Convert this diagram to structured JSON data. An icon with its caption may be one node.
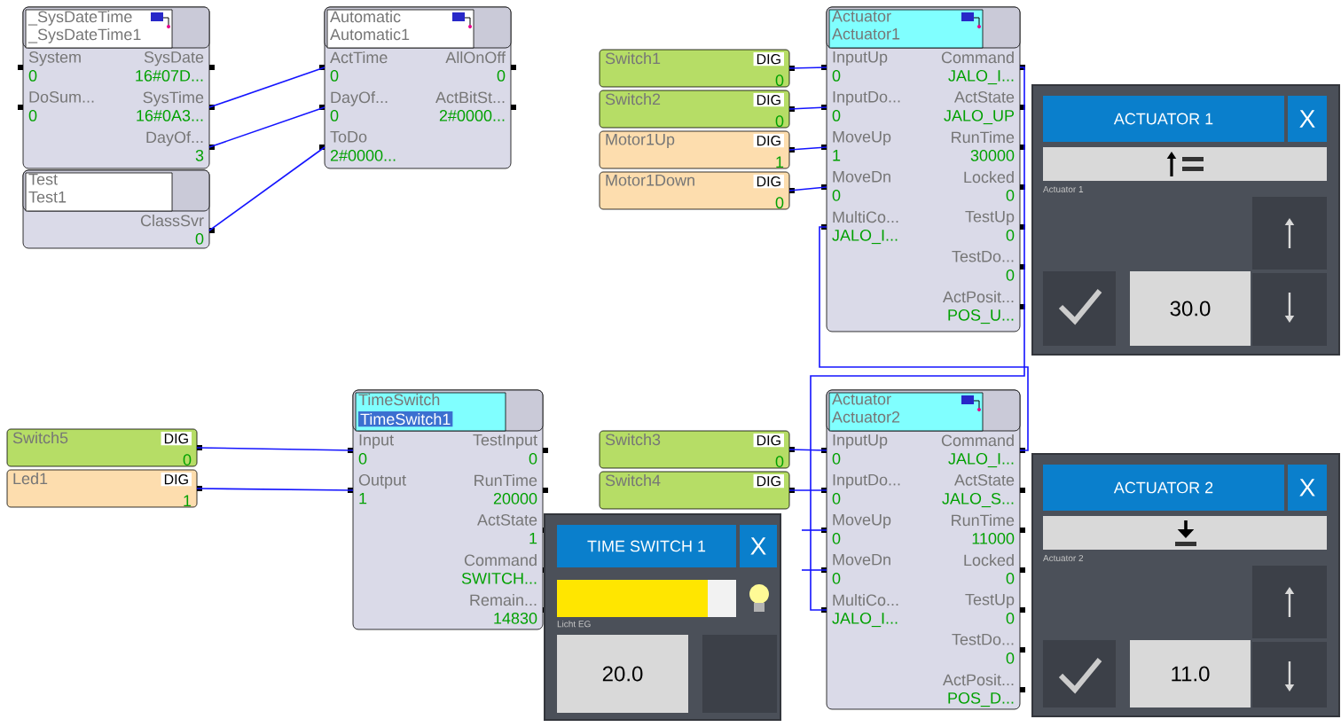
{
  "diagram": {
    "nodes": [
      {
        "text": [
          "_SysDateTime",
          "_SysDateTime1"
        ]
      },
      {
        "text": [
          "System",
          "0"
        ],
        "in": 0
      },
      {
        "text": [
          "SysDate",
          "16#07D..."
        ],
        "in": 0
      },
      {
        "text": [
          "DoSum...",
          "0"
        ],
        "in": 0
      },
      {
        "text": [
          "SysTime",
          "16#0A3..."
        ],
        "in": 0
      },
      {
        "text": [
          "DayOf...",
          "3"
        ],
        "in": 0
      },
      {
        "text": [
          "Test",
          "Test1"
        ]
      },
      {
        "text": [
          "ClassSvr",
          "0"
        ],
        "in": 6
      },
      {
        "text": [
          "Automatic",
          "Automatic1"
        ]
      },
      {
        "text": [
          "ActTime",
          "0"
        ],
        "in": 8
      },
      {
        "text": [
          "AllOnOff",
          "0"
        ],
        "in": 8
      },
      {
        "text": [
          "DayOf...",
          "0"
        ],
        "in": 8
      },
      {
        "text": [
          "ActBitSt...",
          "2#0000..."
        ],
        "in": 8
      },
      {
        "text": [
          "ToDo",
          "2#0000..."
        ],
        "in": 8
      },
      {
        "text": [
          "Switch1",
          "DIG",
          "0"
        ]
      },
      {
        "text": [
          "Switch2",
          "DIG",
          "0"
        ]
      },
      {
        "text": [
          "Motor1Up",
          "DIG",
          "1"
        ]
      },
      {
        "text": [
          "Motor1Down",
          "DIG",
          "0"
        ]
      },
      {
        "text": [
          "Actuator",
          "Actuator1"
        ]
      },
      {
        "text": [
          "InputUp",
          "0"
        ],
        "in": 18
      },
      {
        "text": [
          "Command",
          "JALO_I..."
        ],
        "in": 18
      },
      {
        "text": [
          "InputDo...",
          "0"
        ],
        "in": 18
      },
      {
        "text": [
          "ActState",
          "JALO_UP"
        ],
        "in": 18
      },
      {
        "text": [
          "MoveUp",
          "1"
        ],
        "in": 18
      },
      {
        "text": [
          "RunTime",
          "30000"
        ],
        "in": 18
      },
      {
        "text": [
          "MoveDn",
          "0"
        ],
        "in": 18
      },
      {
        "text": [
          "Locked",
          "0"
        ],
        "in": 18
      },
      {
        "text": [
          "MultiCo...",
          "JALO_I..."
        ],
        "in": 18
      },
      {
        "text": [
          "TestUp",
          "0"
        ],
        "in": 18
      },
      {
        "text": [
          "TestDo...",
          "0"
        ],
        "in": 18
      },
      {
        "text": [
          "ActPosit...",
          "POS_U..."
        ],
        "in": 18
      },
      {
        "text": [
          "ACTUATOR 1",
          "X",
          "Actuator 1",
          "30.0"
        ]
      },
      {
        "text": [
          "Switch5",
          "DIG",
          "0"
        ]
      },
      {
        "text": [
          "Led1",
          "DIG",
          "1"
        ]
      },
      {
        "text": [
          "TimeSwitch",
          "TimeSwitch1"
        ]
      },
      {
        "text": [
          "Input",
          "0"
        ],
        "in": 34
      },
      {
        "text": [
          "TestInput",
          "0"
        ],
        "in": 34
      },
      {
        "text": [
          "Output",
          "1"
        ],
        "in": 34
      },
      {
        "text": [
          "RunTime",
          "20000"
        ],
        "in": 34
      },
      {
        "text": [
          "ActState",
          "1"
        ],
        "in": 34
      },
      {
        "text": [
          "Command",
          "SWITCH..."
        ],
        "in": 34
      },
      {
        "text": [
          "Remain...",
          "14830"
        ],
        "in": 34
      },
      {
        "text": [
          "Switch3",
          "DIG",
          "0"
        ]
      },
      {
        "text": [
          "Switch4",
          "DIG"
        ]
      },
      {
        "text": [
          "TIME SWITCH 1",
          "X",
          "Licht EG",
          "20.0"
        ]
      },
      {
        "text": [
          "Actuator",
          "Actuator2"
        ]
      },
      {
        "text": [
          "InputUp",
          "0"
        ],
        "in": 45
      },
      {
        "text": [
          "Command",
          "JALO_I..."
        ],
        "in": 45
      },
      {
        "text": [
          "InputDo...",
          "0"
        ],
        "in": 45
      },
      {
        "text": [
          "ActState",
          "JALO_S..."
        ],
        "in": 45
      },
      {
        "text": [
          "MoveUp",
          "0"
        ],
        "in": 45
      },
      {
        "text": [
          "RunTime",
          "11000"
        ],
        "in": 45
      },
      {
        "text": [
          "MoveDn",
          "0"
        ],
        "in": 45
      },
      {
        "text": [
          "Locked",
          "0"
        ],
        "in": 45
      },
      {
        "text": [
          "MultiCo...",
          "JALO_I..."
        ],
        "in": 45
      },
      {
        "text": [
          "TestUp",
          "0"
        ],
        "in": 45
      },
      {
        "text": [
          "TestDo...",
          "0"
        ],
        "in": 45
      },
      {
        "text": [
          "ActPosit...",
          "POS_D..."
        ],
        "in": 45
      },
      {
        "text": [
          "ACTUATOR 2",
          "X",
          "Actuator 2",
          "11.0"
        ]
      }
    ],
    "edges": [
      {
        "from": 4,
        "to": 9,
        "arrow": "none"
      },
      {
        "from": 5,
        "to": 11,
        "arrow": "none"
      },
      {
        "from": 7,
        "to": 13,
        "arrow": "none"
      },
      {
        "from": 14,
        "to": 19,
        "arrow": "none"
      },
      {
        "from": 15,
        "to": 21,
        "arrow": "none"
      },
      {
        "from": 16,
        "to": 23,
        "arrow": "none"
      },
      {
        "from": 17,
        "to": 25,
        "arrow": "none"
      },
      {
        "from": 20,
        "to": 54,
        "arrow": "none"
      },
      {
        "from": 27,
        "to": 47,
        "arrow": "none"
      },
      {
        "from": 32,
        "to": 35,
        "arrow": "none"
      },
      {
        "from": 33,
        "to": 37,
        "arrow": "none"
      },
      {
        "from": 42,
        "to": 46,
        "arrow": "none"
      },
      {
        "from": 43,
        "to": 48,
        "arrow": "none"
      },
      {
        "from": null,
        "to": 50,
        "arrow": "none"
      },
      {
        "from": null,
        "to": 52,
        "arrow": "none"
      }
    ]
  }
}
